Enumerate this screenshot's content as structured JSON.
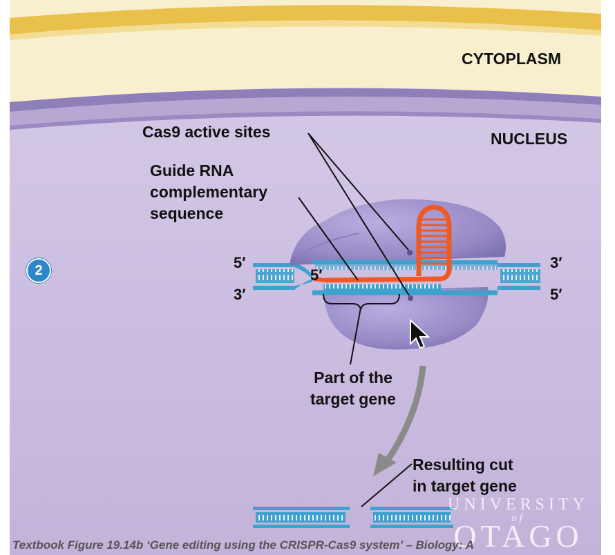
{
  "regions": {
    "cytoplasm": "CYTOPLASM",
    "nucleus": "NUCLEUS"
  },
  "step_number": "2",
  "labels": {
    "cas9_active_sites": "Cas9 active sites",
    "guide_rna": [
      "Guide RNA",
      "complementary",
      "sequence"
    ],
    "target_gene_part": [
      "Part of the",
      "target gene"
    ],
    "resulting_cut": [
      "Resulting cut",
      "in target gene"
    ]
  },
  "strand_ends": {
    "left_top": "5′",
    "left_bottom": "3′",
    "right_top": "3′",
    "right_bottom": "5′",
    "guide_end": "5′"
  },
  "caption": "Textbook Figure 19.14b ‘Gene editing using the CRISPR-Cas9 system’ – Biology: A",
  "watermark": {
    "line1": "UNIVERSITY",
    "line2": "of",
    "line3": "OTAGO"
  },
  "colors": {
    "cytoplasm": "#f8efcf",
    "membrane_outer": "#e9c04a",
    "nuclear_envelope": "#a99ac4",
    "nucleus": "#cdbfe0",
    "cas9_protein": "#9d8fcb",
    "dna": "#3fa1cd",
    "guide_rna": "#ef5a24",
    "arrow": "#8a8a8a",
    "step_badge": "#2f86c8"
  },
  "icons": [
    "mouse-pointer-icon",
    "step-number-badge"
  ]
}
